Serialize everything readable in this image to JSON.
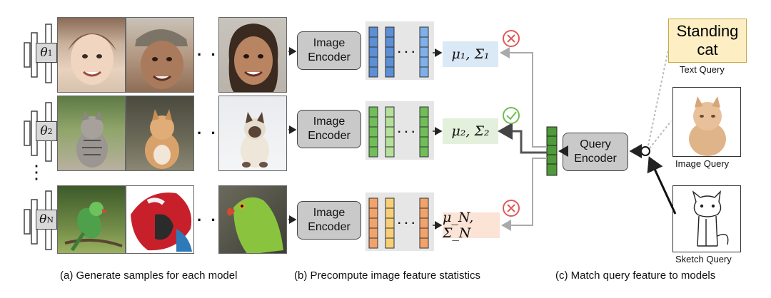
{
  "models": [
    {
      "symbol": "θ",
      "subscript": "1"
    },
    {
      "symbol": "θ",
      "subscript": "2"
    },
    {
      "symbol": "θ",
      "subscript": "N"
    }
  ],
  "encoders": [
    {
      "label_line1": "Image",
      "label_line2": "Encoder"
    },
    {
      "label_line1": "Image",
      "label_line2": "Encoder"
    },
    {
      "label_line1": "Image",
      "label_line2": "Encoder"
    }
  ],
  "stats": [
    {
      "text": "μ₁, Σ₁",
      "bg": "#dbe9f7",
      "match": false
    },
    {
      "text": "μ₂, Σ₂",
      "bg": "#e3f1dc",
      "match": true
    },
    {
      "text": "μ_N, Σ_N",
      "bg": "#fbe3d6",
      "match": false
    }
  ],
  "feature_colors": {
    "row1": [
      "#5b8fd6",
      "#5b8fd6",
      "#7fb0ea"
    ],
    "row2": [
      "#6fbe58",
      "#b4e09a",
      "#6fbe58"
    ],
    "row3": [
      "#f2a36b",
      "#f6cf78",
      "#f2a36b"
    ]
  },
  "query_encoder": {
    "line1": "Query",
    "line2": "Encoder"
  },
  "text_query": {
    "line1": "Standing",
    "line2": "cat",
    "label": "Text Query",
    "bg": "#fdefc3"
  },
  "image_query": {
    "label": "Image Query"
  },
  "sketch_query": {
    "label": "Sketch Query"
  },
  "ellipsis": "· · ·",
  "vertical_ellipsis": "⋮",
  "captions": {
    "a": "(a) Generate samples for each model",
    "b": "(b) Precompute image feature statistics",
    "c": "(c) Match query feature to models"
  },
  "colors": {
    "cross": "#e05a5a",
    "check": "#6cbf4f",
    "query_feature": "#4f9a3a"
  }
}
